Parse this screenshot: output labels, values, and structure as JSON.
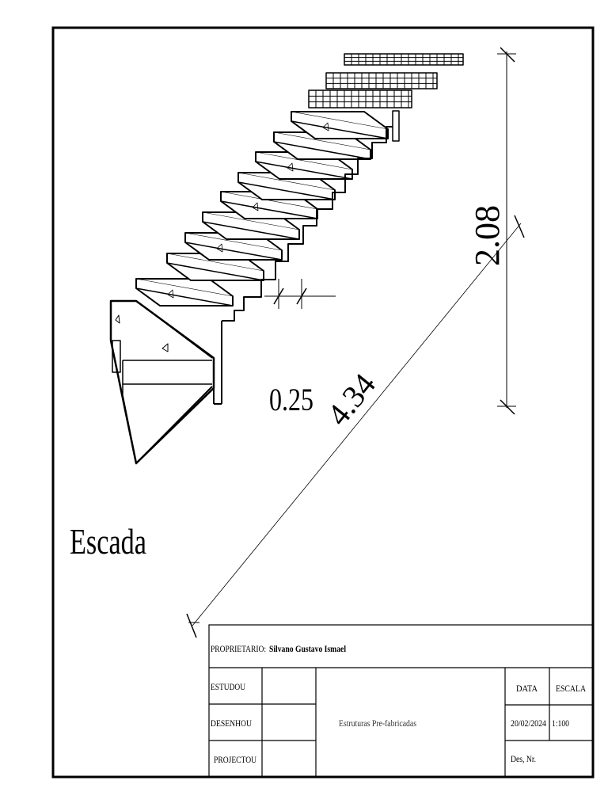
{
  "drawing": {
    "title": "Escada",
    "dimensions": {
      "height": "2.08",
      "length": "4.34",
      "step": "0.25"
    }
  },
  "title_block": {
    "owner_label": "PROPRIETARIO:",
    "owner_name": "Silvano Gustavo Ismael",
    "rows": {
      "studied": "ESTUDOU",
      "drew": "DESENHOU",
      "designed": "PROJECTOU"
    },
    "project": "Estruturas Pre-fabricadas",
    "date_label": "DATA",
    "scale_label": "ESCALA",
    "date_value": "20/02/2024",
    "scale_value": "1:100",
    "drawing_no": "Des, Nr."
  }
}
